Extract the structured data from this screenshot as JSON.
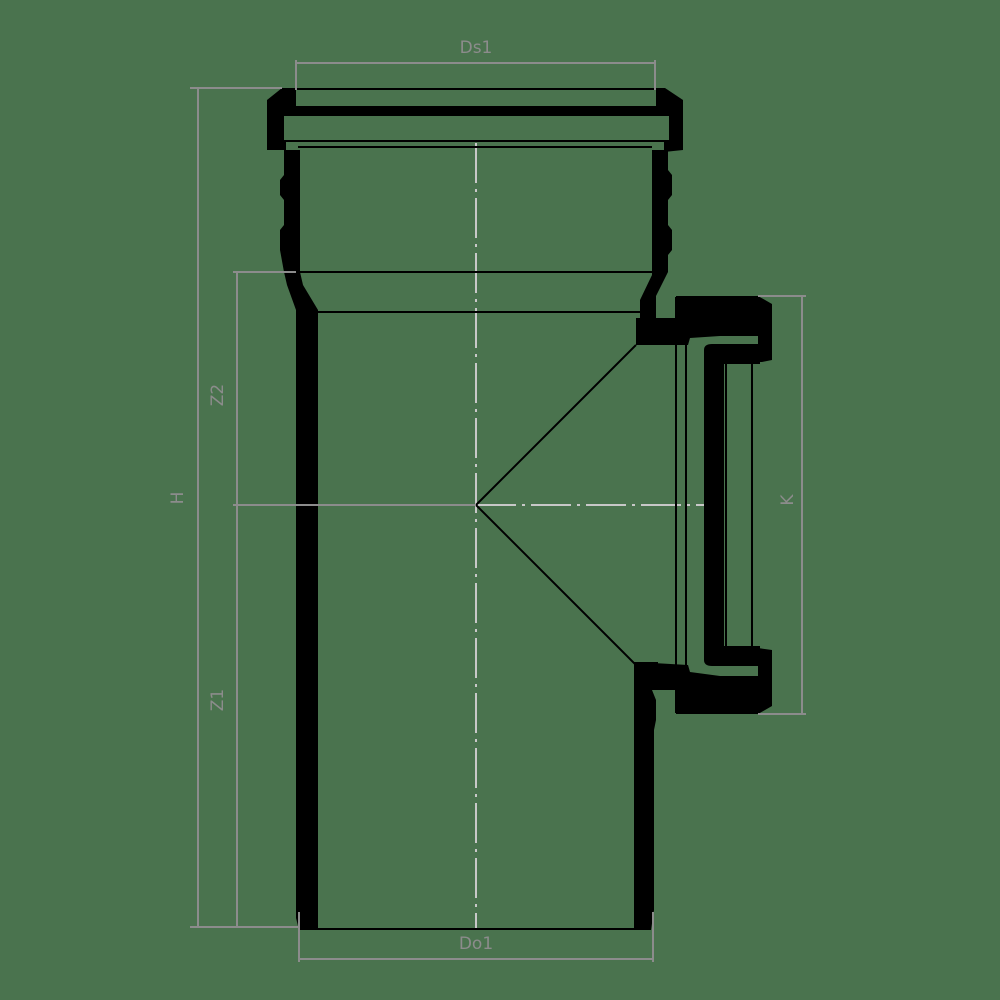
{
  "drawing": {
    "type": "technical-drawing",
    "subject": "pipe tee with access branch (side view cross-section)",
    "colors": {
      "background": "#4a734e",
      "object": "#000000",
      "dimension": "#8c8c8c",
      "centerline": "#c8c8c8"
    }
  },
  "dimensions": {
    "ds1": {
      "label": "Ds1",
      "orientation": "horizontal",
      "position": "top"
    },
    "do1": {
      "label": "Do1",
      "orientation": "horizontal",
      "position": "bottom"
    },
    "h": {
      "label": "H",
      "orientation": "vertical",
      "position": "left-outer"
    },
    "z2": {
      "label": "Z2",
      "orientation": "vertical",
      "position": "left-inner-upper"
    },
    "z1": {
      "label": "Z1",
      "orientation": "vertical",
      "position": "left-inner-lower"
    },
    "k": {
      "label": "K",
      "orientation": "vertical",
      "position": "right"
    }
  }
}
